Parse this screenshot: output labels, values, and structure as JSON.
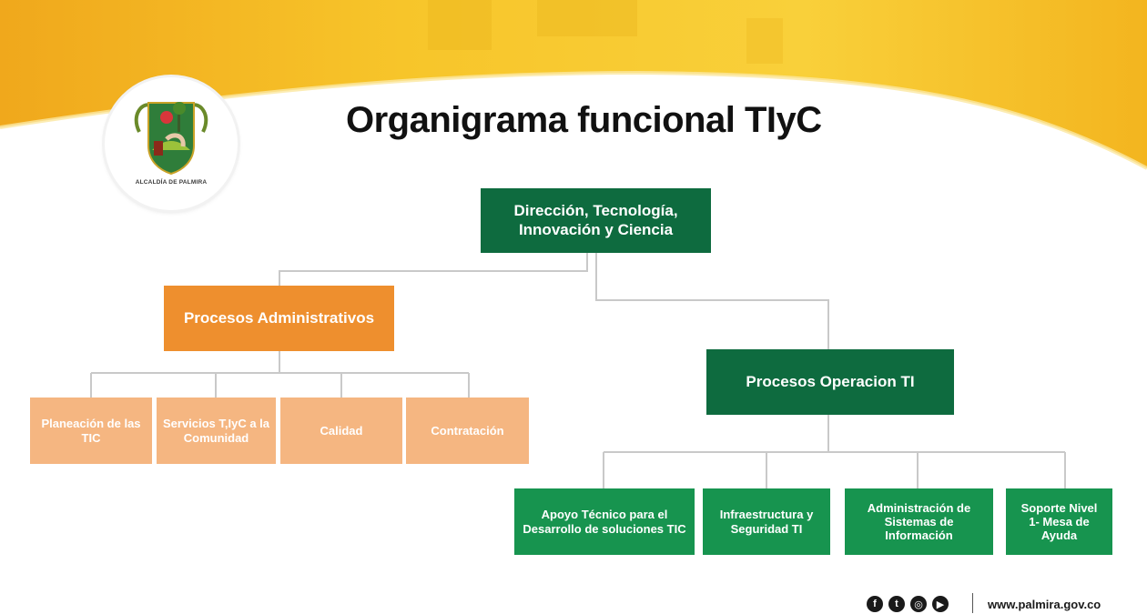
{
  "title": "Organigrama funcional TIyC",
  "logo": {
    "caption": "ALCALDÍA DE PALMIRA",
    "icon": "palmira-coat-of-arms"
  },
  "colors": {
    "dark_green": "#0e6b3f",
    "green": "#17944f",
    "orange": "#ee8f2e",
    "peach": "#f5b681",
    "banner_yellow": "#f4c020"
  },
  "org": {
    "root": "Dirección, Tecnología, Innovación y Ciencia",
    "admin": {
      "label": "Procesos Administrativos",
      "children": [
        "Planeación de las TIC",
        "Servicios T,IyC a la Comunidad",
        "Calidad",
        "Contratación"
      ]
    },
    "ops": {
      "label": "Procesos Operacion TI",
      "children": [
        "Apoyo Técnico para el Desarrollo de soluciones TIC",
        "Infraestructura y Seguridad TI",
        "Administración de Sistemas de Información",
        "Soporte Nivel 1- Mesa de Ayuda"
      ]
    }
  },
  "footer": {
    "social_icons": [
      "facebook-icon",
      "twitter-icon",
      "instagram-icon",
      "youtube-icon"
    ],
    "url": "www.palmira.gov.co"
  }
}
